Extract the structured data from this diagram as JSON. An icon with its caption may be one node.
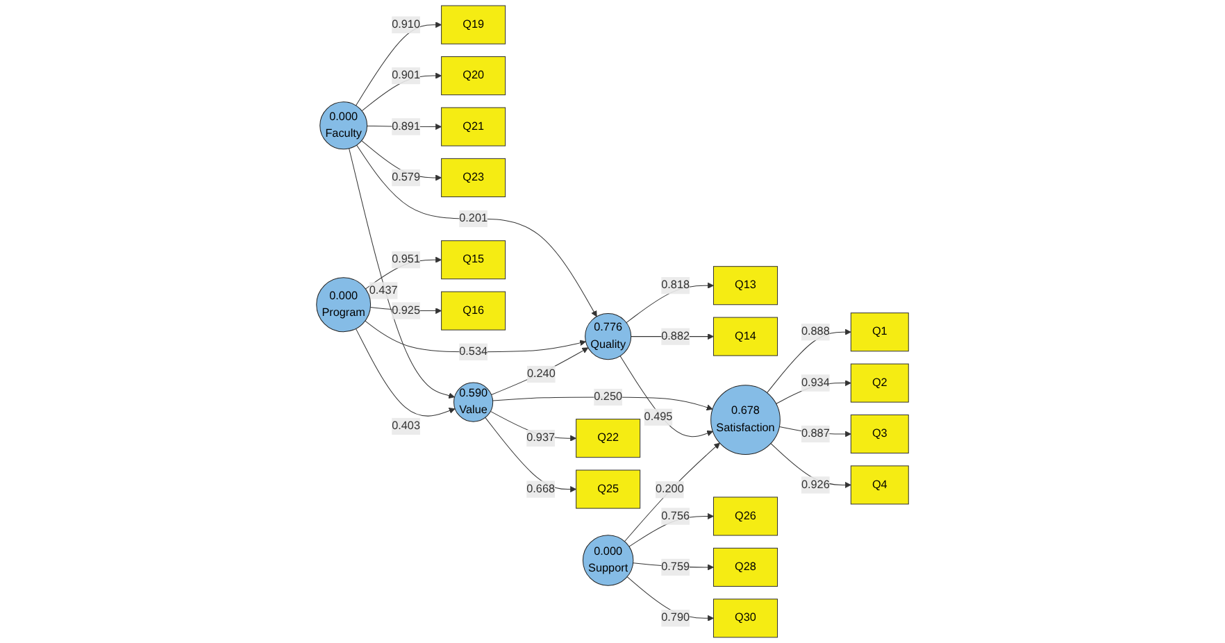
{
  "diagram": {
    "nodes": [
      {
        "text": [
          "Q19"
        ]
      },
      {
        "text": [
          "Q13"
        ]
      },
      {
        "text": [
          "0.776",
          "Quality"
        ]
      },
      {
        "text": [
          "Q1"
        ]
      },
      {
        "text": [
          "Q20"
        ]
      },
      {
        "text": [
          "Q14"
        ]
      },
      {
        "text": [
          "0.000",
          "Faculty"
        ]
      },
      {
        "text": [
          "Q2"
        ]
      },
      {
        "text": [
          "Q21"
        ]
      },
      {
        "text": [
          "0.678",
          "Satisfaction"
        ]
      },
      {
        "text": [
          "Q3"
        ]
      },
      {
        "text": [
          "Q23"
        ]
      },
      {
        "text": [
          "0.000",
          "Program"
        ]
      },
      {
        "text": [
          "0.590",
          "Value"
        ]
      },
      {
        "text": [
          "Q4"
        ]
      },
      {
        "text": [
          "Q15"
        ]
      },
      {
        "text": [
          "Q26"
        ]
      },
      {
        "text": [
          "Q16"
        ]
      },
      {
        "text": [
          "0.000",
          "Support"
        ]
      },
      {
        "text": [
          "Q28"
        ]
      },
      {
        "text": [
          "Q22"
        ]
      },
      {
        "text": [
          "Q25"
        ]
      },
      {
        "text": [
          "Q30"
        ]
      }
    ],
    "edges": [
      {
        "from": 6,
        "to": 0,
        "arrow": "to",
        "label": "0.910"
      },
      {
        "from": 6,
        "to": 4,
        "arrow": "to",
        "label": "0.901"
      },
      {
        "from": 6,
        "to": 8,
        "arrow": "to",
        "label": "0.891"
      },
      {
        "from": 6,
        "to": 11,
        "arrow": "to",
        "label": "0.579"
      },
      {
        "from": 6,
        "to": 2,
        "arrow": "to",
        "label": "0.201"
      },
      {
        "from": 6,
        "to": 13,
        "arrow": "to",
        "label": "0.437"
      },
      {
        "from": 12,
        "to": 2,
        "arrow": "to",
        "label": "0.534"
      },
      {
        "from": 12,
        "to": 13,
        "arrow": "to",
        "label": "0.403"
      },
      {
        "from": 12,
        "to": 15,
        "arrow": "to",
        "label": "0.951"
      },
      {
        "from": 12,
        "to": 17,
        "arrow": "to",
        "label": "0.925"
      },
      {
        "from": 13,
        "to": 2,
        "arrow": "to",
        "label": "0.240"
      },
      {
        "from": 13,
        "to": 9,
        "arrow": "to",
        "label": "0.250"
      },
      {
        "from": 13,
        "to": 20,
        "arrow": "to",
        "label": "0.937"
      },
      {
        "from": 13,
        "to": 21,
        "arrow": "to",
        "label": "0.668"
      },
      {
        "from": 2,
        "to": 1,
        "arrow": "to",
        "label": "0.818"
      },
      {
        "from": 2,
        "to": 5,
        "arrow": "to",
        "label": "0.882"
      },
      {
        "from": 2,
        "to": 9,
        "arrow": "to",
        "label": "0.495"
      },
      {
        "from": 9,
        "to": 3,
        "arrow": "to",
        "label": "0.888"
      },
      {
        "from": 9,
        "to": 7,
        "arrow": "to",
        "label": "0.934"
      },
      {
        "from": 9,
        "to": 10,
        "arrow": "to",
        "label": "0.887"
      },
      {
        "from": 9,
        "to": 14,
        "arrow": "to",
        "label": "0.926"
      },
      {
        "from": 18,
        "to": 9,
        "arrow": "to",
        "label": "0.200"
      },
      {
        "from": 18,
        "to": 16,
        "arrow": "to",
        "label": "0.756"
      },
      {
        "from": 18,
        "to": 19,
        "arrow": "to",
        "label": "0.759"
      },
      {
        "from": 18,
        "to": 22,
        "arrow": "to",
        "label": "0.790"
      }
    ]
  }
}
